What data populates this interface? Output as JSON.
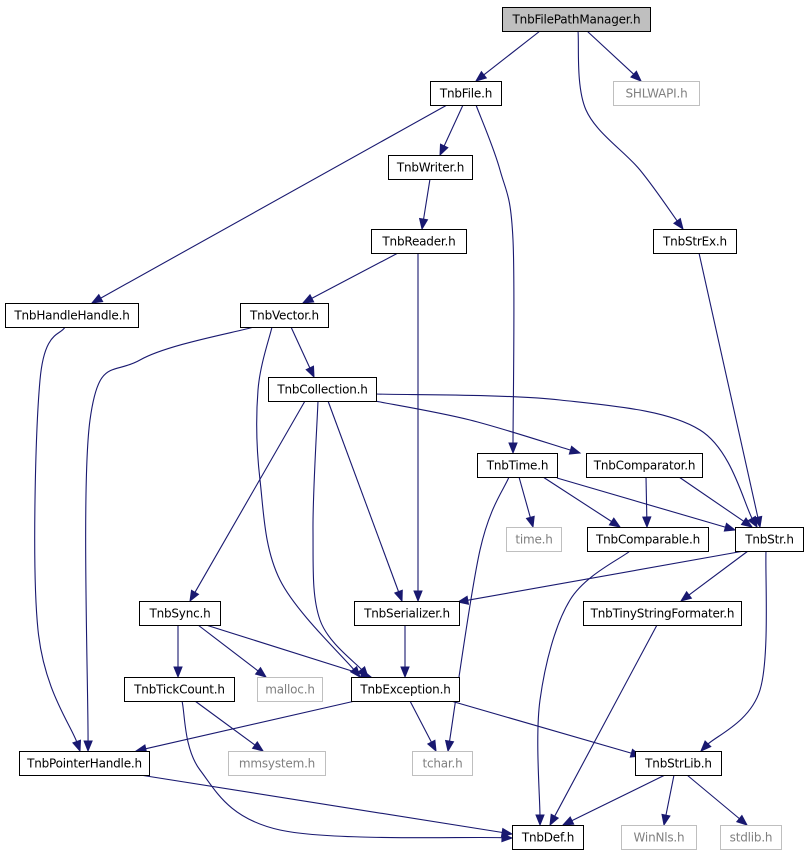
{
  "graph": {
    "nodes": [
      {
        "id": "root",
        "label": "TnbFilePathManager.h",
        "style": "root"
      },
      {
        "id": "file",
        "label": "TnbFile.h",
        "style": "normal"
      },
      {
        "id": "shlwapi",
        "label": "SHLWAPI.h",
        "style": "external"
      },
      {
        "id": "writer",
        "label": "TnbWriter.h",
        "style": "normal"
      },
      {
        "id": "strex",
        "label": "TnbStrEx.h",
        "style": "normal"
      },
      {
        "id": "reader",
        "label": "TnbReader.h",
        "style": "normal"
      },
      {
        "id": "handle",
        "label": "TnbHandleHandle.h",
        "style": "normal"
      },
      {
        "id": "vector",
        "label": "TnbVector.h",
        "style": "normal"
      },
      {
        "id": "collection",
        "label": "TnbCollection.h",
        "style": "normal"
      },
      {
        "id": "time",
        "label": "TnbTime.h",
        "style": "normal"
      },
      {
        "id": "comparator",
        "label": "TnbComparator.h",
        "style": "normal"
      },
      {
        "id": "timeh",
        "label": "time.h",
        "style": "external"
      },
      {
        "id": "comparable",
        "label": "TnbComparable.h",
        "style": "normal"
      },
      {
        "id": "str",
        "label": "TnbStr.h",
        "style": "normal"
      },
      {
        "id": "sync",
        "label": "TnbSync.h",
        "style": "normal"
      },
      {
        "id": "serializer",
        "label": "TnbSerializer.h",
        "style": "normal"
      },
      {
        "id": "tiny",
        "label": "TnbTinyStringFormater.h",
        "style": "normal"
      },
      {
        "id": "tick",
        "label": "TnbTickCount.h",
        "style": "normal"
      },
      {
        "id": "malloc",
        "label": "malloc.h",
        "style": "external"
      },
      {
        "id": "exception",
        "label": "TnbException.h",
        "style": "normal"
      },
      {
        "id": "pointer",
        "label": "TnbPointerHandle.h",
        "style": "normal"
      },
      {
        "id": "mmsystem",
        "label": "mmsystem.h",
        "style": "external"
      },
      {
        "id": "tchar",
        "label": "tchar.h",
        "style": "external"
      },
      {
        "id": "strlib",
        "label": "TnbStrLib.h",
        "style": "normal"
      },
      {
        "id": "def",
        "label": "TnbDef.h",
        "style": "normal"
      },
      {
        "id": "winnls",
        "label": "WinNls.h",
        "style": "external"
      },
      {
        "id": "stdlib",
        "label": "stdlib.h",
        "style": "external"
      }
    ],
    "edges": [
      {
        "from": "root",
        "to": "file"
      },
      {
        "from": "root",
        "to": "shlwapi"
      },
      {
        "from": "root",
        "to": "strex"
      },
      {
        "from": "file",
        "to": "writer"
      },
      {
        "from": "file",
        "to": "handle"
      },
      {
        "from": "file",
        "to": "time"
      },
      {
        "from": "writer",
        "to": "reader"
      },
      {
        "from": "reader",
        "to": "vector"
      },
      {
        "from": "reader",
        "to": "serializer"
      },
      {
        "from": "strex",
        "to": "str"
      },
      {
        "from": "handle",
        "to": "pointer"
      },
      {
        "from": "vector",
        "to": "collection"
      },
      {
        "from": "vector",
        "to": "pointer"
      },
      {
        "from": "vector",
        "to": "exception"
      },
      {
        "from": "collection",
        "to": "comparator"
      },
      {
        "from": "collection",
        "to": "str"
      },
      {
        "from": "collection",
        "to": "sync"
      },
      {
        "from": "collection",
        "to": "serializer"
      },
      {
        "from": "collection",
        "to": "exception"
      },
      {
        "from": "time",
        "to": "timeh"
      },
      {
        "from": "time",
        "to": "comparable"
      },
      {
        "from": "time",
        "to": "str"
      },
      {
        "from": "time",
        "to": "tchar"
      },
      {
        "from": "comparator",
        "to": "comparable"
      },
      {
        "from": "comparator",
        "to": "str"
      },
      {
        "from": "comparable",
        "to": "def"
      },
      {
        "from": "str",
        "to": "serializer"
      },
      {
        "from": "str",
        "to": "tiny"
      },
      {
        "from": "str",
        "to": "strlib"
      },
      {
        "from": "sync",
        "to": "tick"
      },
      {
        "from": "sync",
        "to": "malloc"
      },
      {
        "from": "sync",
        "to": "exception"
      },
      {
        "from": "serializer",
        "to": "exception"
      },
      {
        "from": "tiny",
        "to": "def"
      },
      {
        "from": "tick",
        "to": "mmsystem"
      },
      {
        "from": "tick",
        "to": "def"
      },
      {
        "from": "exception",
        "to": "pointer"
      },
      {
        "from": "exception",
        "to": "tchar"
      },
      {
        "from": "exception",
        "to": "strlib"
      },
      {
        "from": "pointer",
        "to": "def"
      },
      {
        "from": "strlib",
        "to": "def"
      },
      {
        "from": "strlib",
        "to": "winnls"
      },
      {
        "from": "strlib",
        "to": "stdlib"
      }
    ]
  },
  "colors": {
    "edge": "#191970",
    "normal_border": "#000000",
    "normal_text": "#000000",
    "external_border": "#bfbfbf",
    "external_text": "#808080",
    "root_fill": "#bfbfbf"
  }
}
